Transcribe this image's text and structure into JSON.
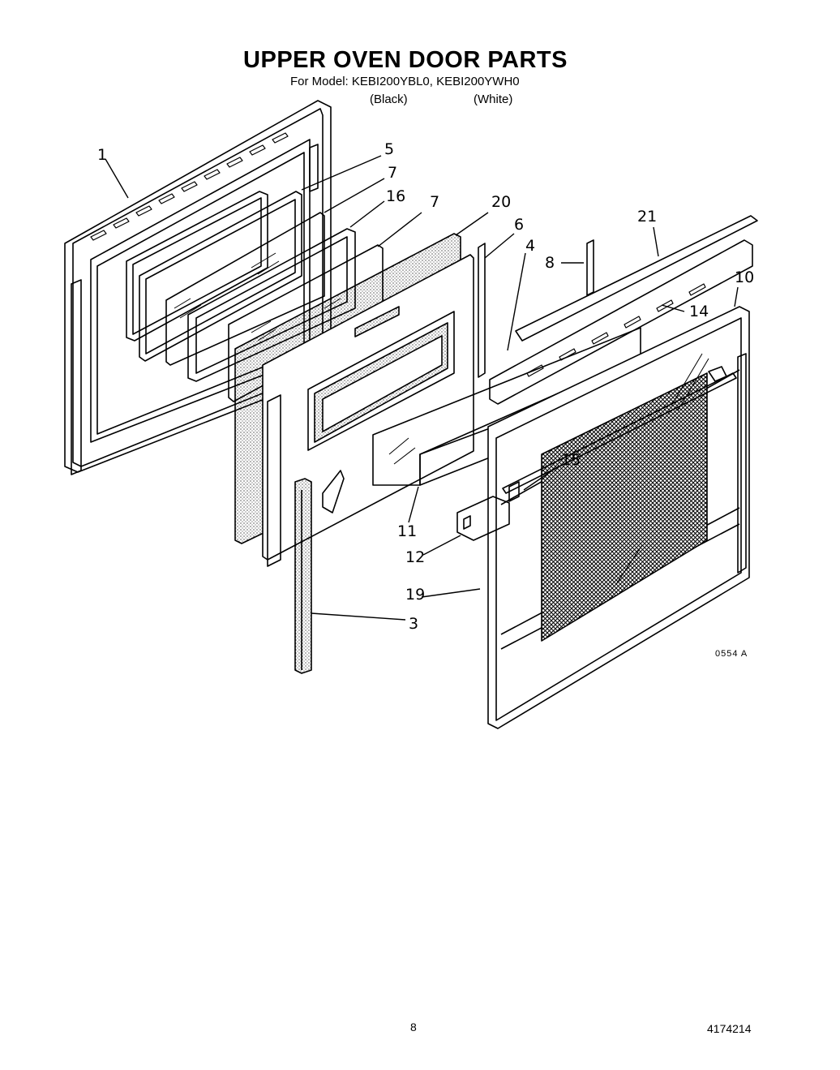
{
  "header": {
    "title": "UPPER OVEN DOOR PARTS",
    "model_line": "For Model: KEBI200YBL0, KEBI200YWH0",
    "color_black": "(Black)",
    "color_white": "(White)"
  },
  "callouts": {
    "c1": "1",
    "c5": "5",
    "c7a": "7",
    "c16": "16",
    "c7b": "7",
    "c20": "20",
    "c6": "6",
    "c4": "4",
    "c8": "8",
    "c21": "21",
    "c14": "14",
    "c10": "10",
    "c15": "15",
    "c11": "11",
    "c12": "12",
    "c19": "19",
    "c3": "3"
  },
  "figure_code": "0554 A",
  "footer": {
    "page_number": "8",
    "document_number": "4174214"
  }
}
